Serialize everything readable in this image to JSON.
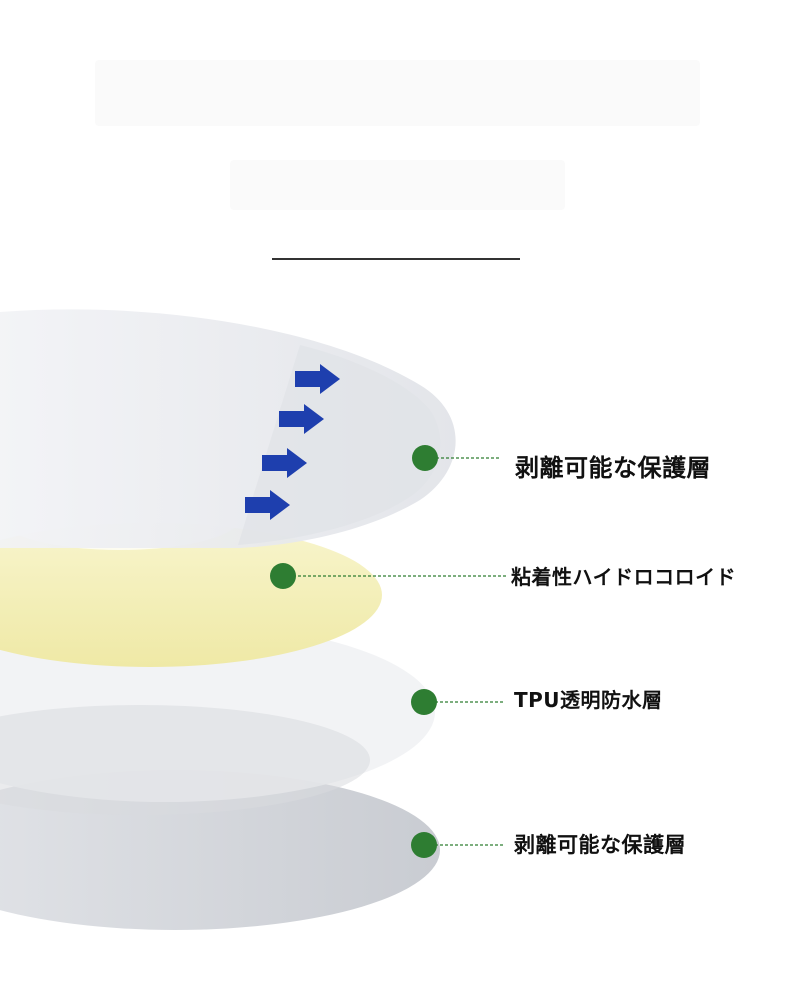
{
  "layers": [
    {
      "label": "剥離可能な保護層"
    },
    {
      "label": "粘着性ハイドロコロイド"
    },
    {
      "label": "TPU透明防水層"
    },
    {
      "label": "剥離可能な保護層"
    }
  ],
  "colors": {
    "marker": "#2e7d32",
    "arrow": "#1e3fae",
    "hydrocolloid": "#f3efb4",
    "film_light": "#eceef2",
    "film_dark": "#d3d6db"
  },
  "icons": {
    "marker": "dot-marker-icon",
    "arrow": "arrow-right-icon"
  }
}
